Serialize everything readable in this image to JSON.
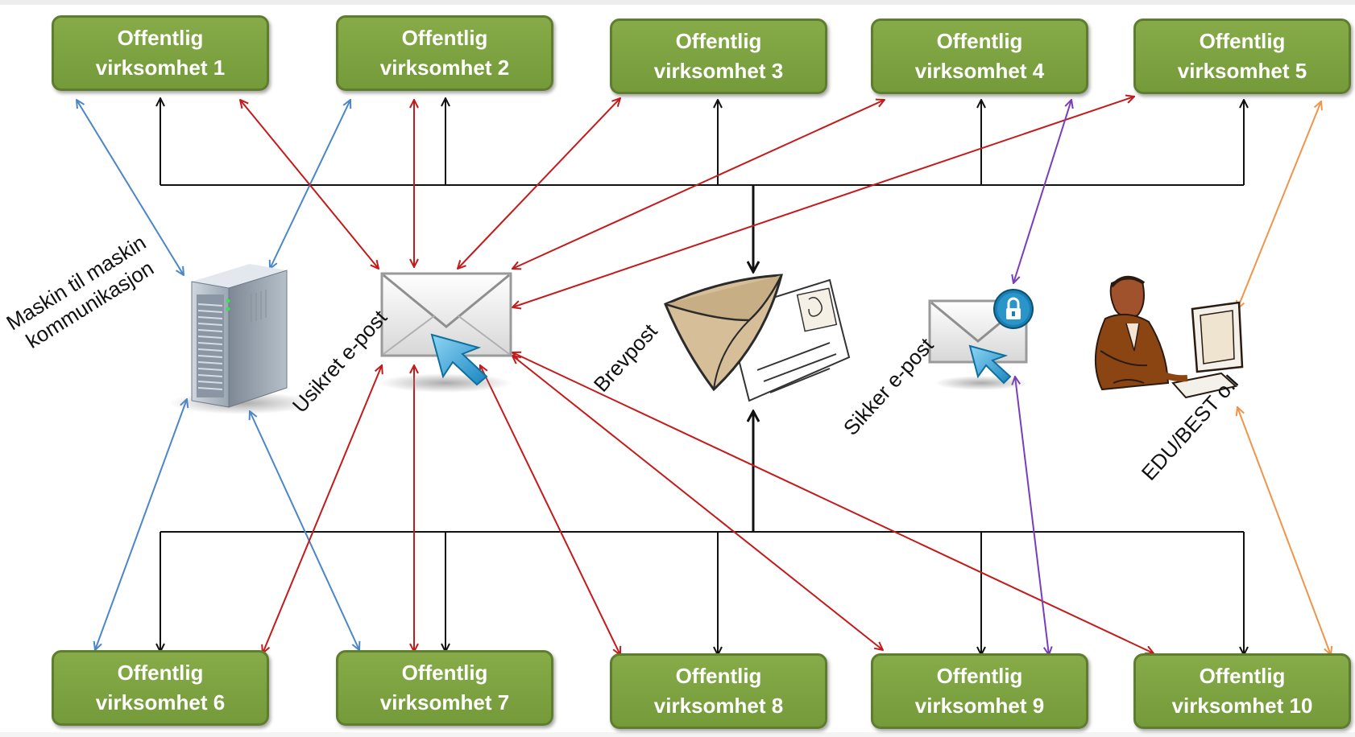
{
  "boxes": {
    "top": [
      {
        "line1": "Offentlig",
        "line2": "virksomhet 1"
      },
      {
        "line1": "Offentlig",
        "line2": "virksomhet 2"
      },
      {
        "line1": "Offentlig",
        "line2": "virksomhet 3"
      },
      {
        "line1": "Offentlig",
        "line2": "virksomhet 4"
      },
      {
        "line1": "Offentlig",
        "line2": "virksomhet 5"
      }
    ],
    "bottom": [
      {
        "line1": "Offentlig",
        "line2": "virksomhet 6"
      },
      {
        "line1": "Offentlig",
        "line2": "virksomhet 7"
      },
      {
        "line1": "Offentlig",
        "line2": "virksomhet 8"
      },
      {
        "line1": "Offentlig",
        "line2": "virksomhet 9"
      },
      {
        "line1": "Offentlig",
        "line2": "virksomhet 10"
      }
    ]
  },
  "channels": {
    "machine": {
      "line1": "Maskin til maskin",
      "line2": "kommunikasjon",
      "icon": "server-icon"
    },
    "unsecured_email": {
      "label": "Usikret e-post",
      "icon": "envelope-cursor-icon"
    },
    "postal": {
      "label": "Brevpost",
      "icon": "letter-envelope-icon"
    },
    "secure_email": {
      "label": "Sikker e-post",
      "icon": "locked-envelope-icon"
    },
    "edu_best": {
      "label": "EDU/BEST o.l",
      "icon": "person-at-computer-icon"
    }
  },
  "colors": {
    "box_fill": "#7aa03e",
    "box_border": "#5f7d2e",
    "machine_link": "#4a86c8",
    "unsecured_link": "#c41a1a",
    "postal_link": "#111111",
    "secure_link": "#7a3db8",
    "edu_link": "#f0944a"
  }
}
